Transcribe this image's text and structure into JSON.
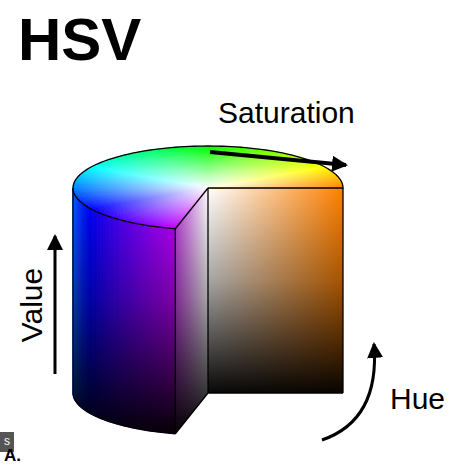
{
  "diagram": {
    "title": "HSV",
    "labels": [
      "Saturation",
      "Value",
      "Hue",
      "s",
      "A."
    ]
  }
}
